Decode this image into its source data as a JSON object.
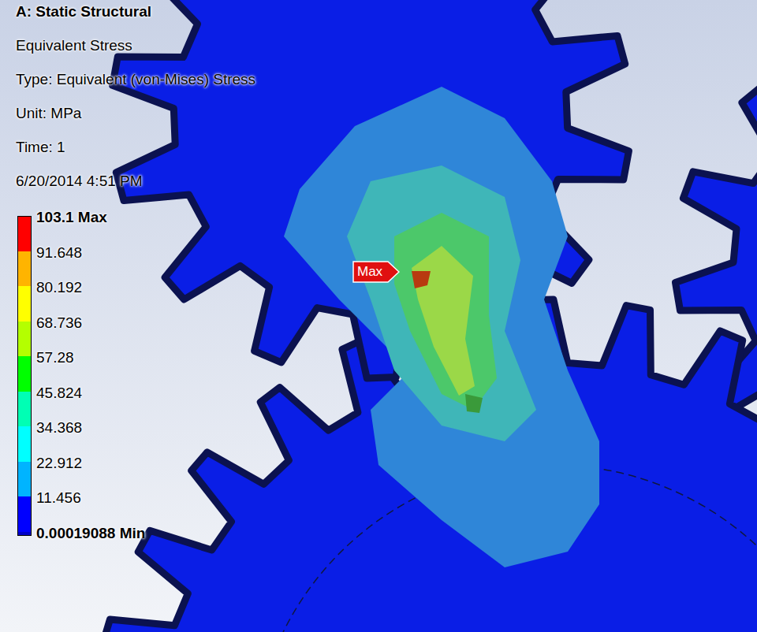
{
  "diagram": {
    "nodes": [
      {
        "text": [
          "Max"
        ]
      }
    ],
    "labels": [
      "A: Static Structural",
      "Equivalent Stress",
      "Type: Equivalent (von-Mises) Stress",
      "Unit: MPa",
      "Time: 1",
      "6/20/2014 4:51 PM"
    ],
    "legend": [
      {
        "text": "103.1 Max",
        "color": "#ff0000"
      },
      {
        "text": "91.648",
        "color": "#ffb400"
      },
      {
        "text": "80.192",
        "color": "#ffff00"
      },
      {
        "text": "68.736",
        "color": "#b4ff00"
      },
      {
        "text": "57.28",
        "color": "#00ff00"
      },
      {
        "text": "45.824",
        "color": "#00ffb4"
      },
      {
        "text": "34.368",
        "color": "#00ffff"
      },
      {
        "text": "22.912",
        "color": "#00b4ff"
      },
      {
        "text": "11.456",
        "color": "#0000ff"
      },
      {
        "text": "0.00019088 Min",
        "color": "#0000c8"
      }
    ]
  }
}
